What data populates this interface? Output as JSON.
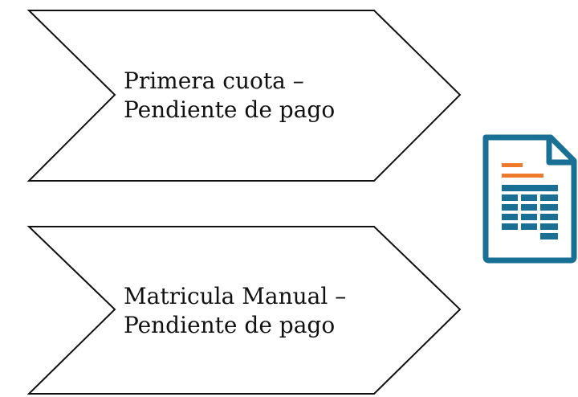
{
  "steps": [
    {
      "line1_words": [
        "Primera",
        "cuota",
        "–"
      ],
      "line2": "Pendiente de pago"
    },
    {
      "line1": "Matricula Manual –",
      "line2": "Pendiente de pago"
    }
  ],
  "colors": {
    "outline": "#111111",
    "icon_teal": "#1a6f94",
    "icon_orange": "#f07a2c"
  },
  "icons": {
    "document": "spreadsheet-document-icon"
  }
}
